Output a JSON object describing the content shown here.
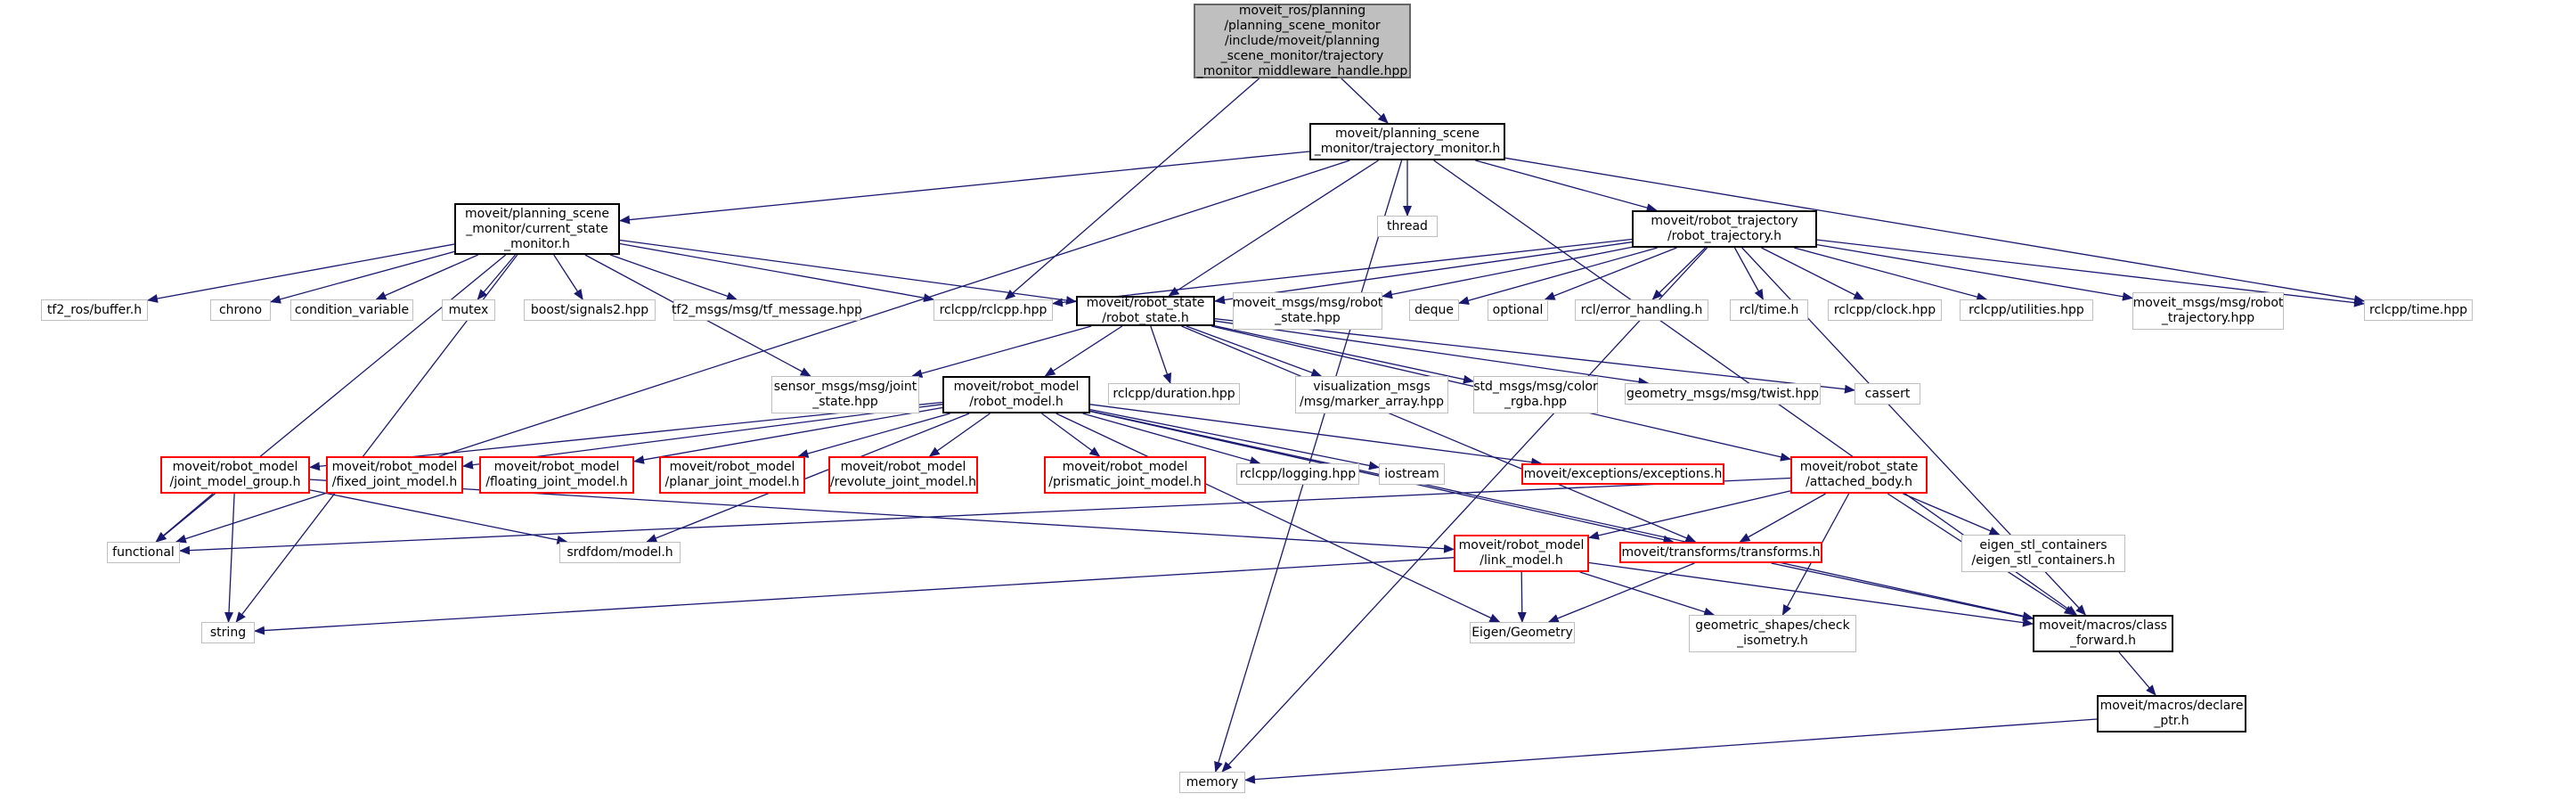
{
  "nodes": [
    {
      "id": "root",
      "label": "moveit_ros/planning\n/planning_scene_monitor\n/include/moveit/planning\n_scene_monitor/trajectory\n_monitor_middleware_handle.hpp",
      "style": "root"
    },
    {
      "id": "tmon",
      "label": "moveit/planning_scene\n_monitor/trajectory_monitor.h",
      "style": "doc"
    },
    {
      "id": "csm",
      "label": "moveit/planning_scene\n_monitor/current_state\n_monitor.h",
      "style": "doc"
    },
    {
      "id": "thread",
      "label": "thread",
      "style": "ext"
    },
    {
      "id": "rtraj",
      "label": "moveit/robot_trajectory\n/robot_trajectory.h",
      "style": "doc"
    },
    {
      "id": "tf2buf",
      "label": "tf2_ros/buffer.h",
      "style": "ext"
    },
    {
      "id": "chrono",
      "label": "chrono",
      "style": "ext"
    },
    {
      "id": "condvar",
      "label": "condition_variable",
      "style": "ext"
    },
    {
      "id": "mutex",
      "label": "mutex",
      "style": "ext"
    },
    {
      "id": "signals2",
      "label": "boost/signals2.hpp",
      "style": "ext"
    },
    {
      "id": "tfmsg",
      "label": "tf2_msgs/msg/tf_message.hpp",
      "style": "ext"
    },
    {
      "id": "rclcpp",
      "label": "rclcpp/rclcpp.hpp",
      "style": "ext"
    },
    {
      "id": "rstate",
      "label": "moveit/robot_state\n/robot_state.h",
      "style": "doc"
    },
    {
      "id": "rsmsg",
      "label": "moveit_msgs/msg/robot\n_state.hpp",
      "style": "ext"
    },
    {
      "id": "deque",
      "label": "deque",
      "style": "ext"
    },
    {
      "id": "optional",
      "label": "optional",
      "style": "ext"
    },
    {
      "id": "rclerr",
      "label": "rcl/error_handling.h",
      "style": "ext"
    },
    {
      "id": "rcltime",
      "label": "rcl/time.h",
      "style": "ext"
    },
    {
      "id": "clock",
      "label": "rclcpp/clock.hpp",
      "style": "ext"
    },
    {
      "id": "utils",
      "label": "rclcpp/utilities.hpp",
      "style": "ext"
    },
    {
      "id": "rtmsg",
      "label": "moveit_msgs/msg/robot\n_trajectory.hpp",
      "style": "ext"
    },
    {
      "id": "rcltimehpp",
      "label": "rclcpp/time.hpp",
      "style": "ext"
    },
    {
      "id": "jsmsg",
      "label": "sensor_msgs/msg/joint\n_state.hpp",
      "style": "ext"
    },
    {
      "id": "rmodel",
      "label": "moveit/robot_model\n/robot_model.h",
      "style": "doc"
    },
    {
      "id": "duration",
      "label": "rclcpp/duration.hpp",
      "style": "ext"
    },
    {
      "id": "vizmsg",
      "label": "visualization_msgs\n/msg/marker_array.hpp",
      "style": "ext"
    },
    {
      "id": "colormsg",
      "label": "std_msgs/msg/color\n_rgba.hpp",
      "style": "ext"
    },
    {
      "id": "twist",
      "label": "geometry_msgs/msg/twist.hpp",
      "style": "ext"
    },
    {
      "id": "cassert",
      "label": "cassert",
      "style": "ext"
    },
    {
      "id": "jmg",
      "label": "moveit/robot_model\n/joint_model_group.h",
      "style": "red"
    },
    {
      "id": "fixed",
      "label": "moveit/robot_model\n/fixed_joint_model.h",
      "style": "red"
    },
    {
      "id": "floating",
      "label": "moveit/robot_model\n/floating_joint_model.h",
      "style": "red"
    },
    {
      "id": "planar",
      "label": "moveit/robot_model\n/planar_joint_model.h",
      "style": "red"
    },
    {
      "id": "revolute",
      "label": "moveit/robot_model\n/revolute_joint_model.h",
      "style": "red"
    },
    {
      "id": "prismatic",
      "label": "moveit/robot_model\n/prismatic_joint_model.h",
      "style": "red"
    },
    {
      "id": "logging",
      "label": "rclcpp/logging.hpp",
      "style": "ext"
    },
    {
      "id": "iostream",
      "label": "iostream",
      "style": "ext"
    },
    {
      "id": "exceptions",
      "label": "moveit/exceptions/exceptions.h",
      "style": "red"
    },
    {
      "id": "attached",
      "label": "moveit/robot_state\n/attached_body.h",
      "style": "red"
    },
    {
      "id": "functional",
      "label": "functional",
      "style": "ext"
    },
    {
      "id": "srdf",
      "label": "srdfdom/model.h",
      "style": "ext"
    },
    {
      "id": "linkmodel",
      "label": "moveit/robot_model\n/link_model.h",
      "style": "red"
    },
    {
      "id": "transforms",
      "label": "moveit/transforms/transforms.h",
      "style": "red"
    },
    {
      "id": "eigenstl",
      "label": "eigen_stl_containers\n/eigen_stl_containers.h",
      "style": "ext"
    },
    {
      "id": "string",
      "label": "string",
      "style": "ext"
    },
    {
      "id": "eigengeo",
      "label": "Eigen/Geometry",
      "style": "ext"
    },
    {
      "id": "geoshapes",
      "label": "geometric_shapes/check\n_isometry.h",
      "style": "ext"
    },
    {
      "id": "classfwd",
      "label": "moveit/macros/class\n_forward.h",
      "style": "doc"
    },
    {
      "id": "declptr",
      "label": "moveit/macros/declare\n_ptr.h",
      "style": "doc"
    },
    {
      "id": "memory",
      "label": "memory",
      "style": "ext"
    }
  ],
  "edges": [
    [
      "root",
      "tmon"
    ],
    [
      "root",
      "rclcpp"
    ],
    [
      "tmon",
      "csm"
    ],
    [
      "tmon",
      "thread"
    ],
    [
      "tmon",
      "rtraj"
    ],
    [
      "tmon",
      "rstate"
    ],
    [
      "tmon",
      "functional"
    ],
    [
      "tmon",
      "classfwd"
    ],
    [
      "tmon",
      "memory"
    ],
    [
      "tmon",
      "rcltimehpp"
    ],
    [
      "csm",
      "tf2buf"
    ],
    [
      "csm",
      "chrono"
    ],
    [
      "csm",
      "condvar"
    ],
    [
      "csm",
      "mutex"
    ],
    [
      "csm",
      "signals2"
    ],
    [
      "csm",
      "tfmsg"
    ],
    [
      "csm",
      "rclcpp"
    ],
    [
      "csm",
      "rstate"
    ],
    [
      "csm",
      "jsmsg"
    ],
    [
      "csm",
      "functional"
    ],
    [
      "csm",
      "string"
    ],
    [
      "rtraj",
      "rclcpp"
    ],
    [
      "rtraj",
      "rstate"
    ],
    [
      "rtraj",
      "rsmsg"
    ],
    [
      "rtraj",
      "deque"
    ],
    [
      "rtraj",
      "optional"
    ],
    [
      "rtraj",
      "rclerr"
    ],
    [
      "rtraj",
      "rcltime"
    ],
    [
      "rtraj",
      "clock"
    ],
    [
      "rtraj",
      "utils"
    ],
    [
      "rtraj",
      "rtmsg"
    ],
    [
      "rtraj",
      "rcltimehpp"
    ],
    [
      "rtraj",
      "memory"
    ],
    [
      "rtraj",
      "classfwd"
    ],
    [
      "rstate",
      "jsmsg"
    ],
    [
      "rstate",
      "rmodel"
    ],
    [
      "rstate",
      "duration"
    ],
    [
      "rstate",
      "vizmsg"
    ],
    [
      "rstate",
      "colormsg"
    ],
    [
      "rstate",
      "twist"
    ],
    [
      "rstate",
      "cassert"
    ],
    [
      "rstate",
      "attached"
    ],
    [
      "rstate",
      "transforms"
    ],
    [
      "rmodel",
      "jmg"
    ],
    [
      "rmodel",
      "fixed"
    ],
    [
      "rmodel",
      "floating"
    ],
    [
      "rmodel",
      "planar"
    ],
    [
      "rmodel",
      "revolute"
    ],
    [
      "rmodel",
      "prismatic"
    ],
    [
      "rmodel",
      "logging"
    ],
    [
      "rmodel",
      "iostream"
    ],
    [
      "rmodel",
      "exceptions"
    ],
    [
      "rmodel",
      "srdf"
    ],
    [
      "rmodel",
      "eigengeo"
    ],
    [
      "rmodel",
      "classfwd"
    ],
    [
      "rmodel",
      "transforms"
    ],
    [
      "jmg",
      "functional"
    ],
    [
      "jmg",
      "string"
    ],
    [
      "jmg",
      "srdf"
    ],
    [
      "jmg",
      "linkmodel"
    ],
    [
      "attached",
      "functional"
    ],
    [
      "attached",
      "linkmodel"
    ],
    [
      "attached",
      "transforms"
    ],
    [
      "attached",
      "eigenstl"
    ],
    [
      "attached",
      "geoshapes"
    ],
    [
      "attached",
      "classfwd"
    ],
    [
      "linkmodel",
      "string"
    ],
    [
      "linkmodel",
      "eigengeo"
    ],
    [
      "linkmodel",
      "geoshapes"
    ],
    [
      "linkmodel",
      "classfwd"
    ],
    [
      "transforms",
      "eigengeo"
    ],
    [
      "transforms",
      "classfwd"
    ],
    [
      "classfwd",
      "declptr"
    ],
    [
      "declptr",
      "memory"
    ]
  ]
}
